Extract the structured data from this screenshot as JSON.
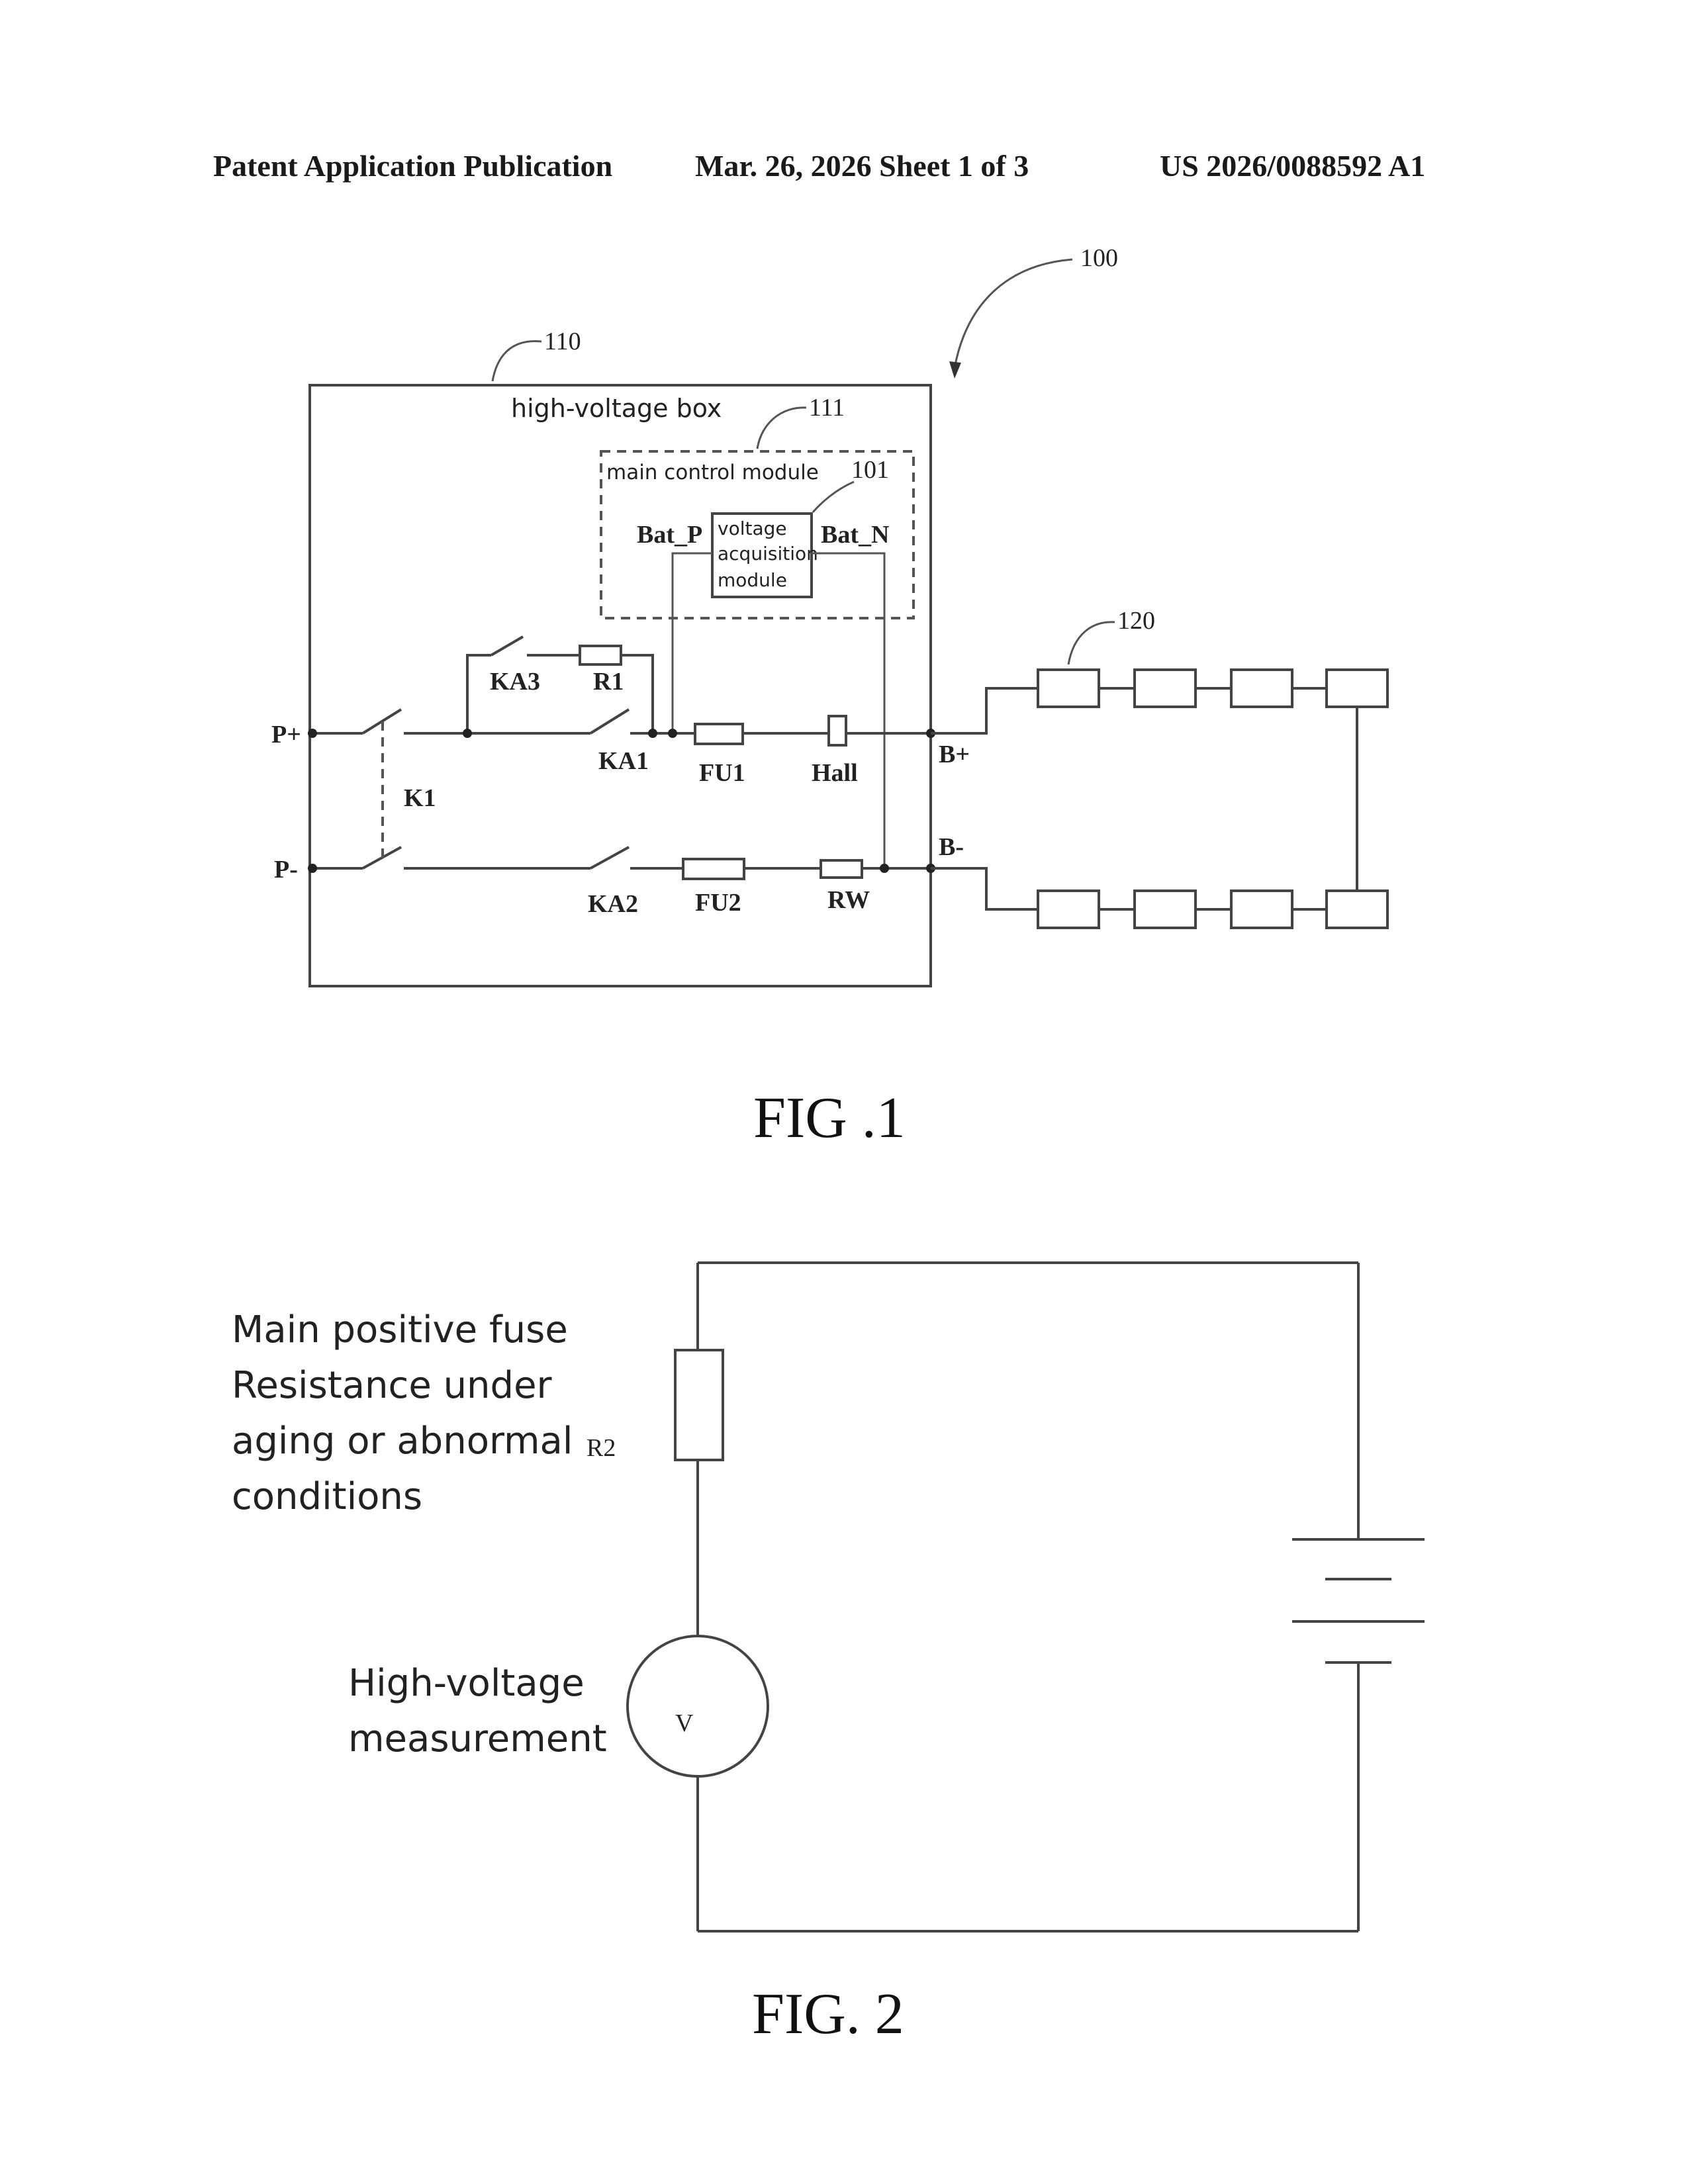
{
  "header": {
    "left": "Patent Application Publication",
    "middle": "Mar. 26, 2026  Sheet 1 of 3",
    "right": "US 2026/0088592 A1"
  },
  "fig1": {
    "caption": "FIG .1",
    "refs": {
      "system": "100",
      "hv_box": "110",
      "main_ctrl": "111",
      "voltage_module": "101",
      "battery": "120"
    },
    "hv_box_label": "high-voltage box",
    "main_ctrl_label": "main control module",
    "voltage_module_lines": [
      "voltage",
      "acquisition",
      "module"
    ],
    "nodes": {
      "bat_p": "Bat_P",
      "bat_n": "Bat_N",
      "p_plus": "P+",
      "p_minus": "P-",
      "b_plus": "B+",
      "b_minus": "B-"
    },
    "components": {
      "ka3": "KA3",
      "r1": "R1",
      "ka1": "KA1",
      "fu1": "FU1",
      "hall": "Hall",
      "k1": "K1",
      "ka2": "KA2",
      "fu2": "FU2",
      "rw": "RW"
    }
  },
  "fig2": {
    "caption": "FIG. 2",
    "resistor_label": "R2",
    "resistor_desc_lines": [
      "Main positive fuse",
      "Resistance under",
      "aging or abnormal",
      "conditions"
    ],
    "meter_symbol": "V",
    "meter_desc_lines": [
      "High-voltage",
      "measurement"
    ]
  }
}
